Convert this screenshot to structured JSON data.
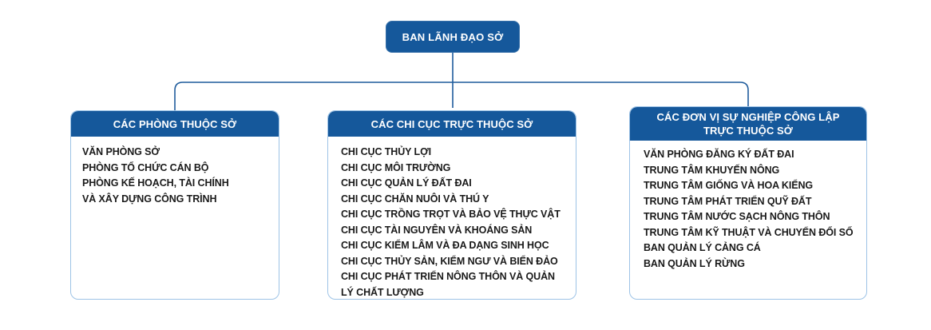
{
  "colors": {
    "node_fill": "#15589B",
    "connector": "#1F5C9C",
    "body_border": "#9DC3E6",
    "header_text": "#FFFFFF",
    "body_text": "#1A1A1A"
  },
  "root": {
    "label": "BAN LÃNH ĐẠO SỞ"
  },
  "groups": [
    {
      "title": "CÁC PHÒNG THUỘC SỞ",
      "items": [
        "VĂN PHÒNG SỞ",
        "PHÒNG TỔ CHỨC CÁN BỘ",
        "PHÒNG KẾ HOẠCH, TÀI CHÍNH\nVÀ XÂY DỰNG CÔNG TRÌNH"
      ]
    },
    {
      "title": "CÁC CHI CỤC TRỰC THUỘC SỞ",
      "items": [
        "CHI CỤC THỦY LỢI",
        "CHI CỤC MÔI TRƯỜNG",
        "CHI CỤC QUẢN LÝ ĐẤT ĐAI",
        "CHI CỤC CHĂN NUÔI VÀ THÚ Y",
        "CHI CỤC TRỒNG TRỌT VÀ BẢO VỆ THỰC VẬT",
        "CHI CỤC TÀI NGUYÊN VÀ KHOÁNG SẢN",
        "CHI CỤC KIỂM LÂM VÀ ĐA DẠNG SINH HỌC",
        "CHI CỤC THỦY SẢN, KIỂM NGƯ VÀ BIỂN ĐẢO",
        "CHI CỤC PHÁT TRIỂN NÔNG THÔN VÀ QUẢN\nLÝ CHẤT LƯỢNG"
      ]
    },
    {
      "title": "CÁC ĐƠN VỊ SỰ NGHIỆP CÔNG LẬP\nTRỰC THUỘC SỞ",
      "items": [
        "VĂN PHÒNG ĐĂNG KÝ ĐẤT ĐAI",
        "TRUNG TÂM KHUYẾN NÔNG",
        "TRUNG TÂM GIỐNG VÀ HOA KIỂNG",
        "TRUNG TÂM PHÁT TRIỂN QUỸ ĐẤT",
        "TRUNG TÂM NƯỚC SẠCH NÔNG THÔN",
        "TRUNG TÂM KỸ THUẬT VÀ CHUYỂN ĐỔI SỐ",
        "BAN QUẢN LÝ CẢNG CÁ",
        "BAN QUẢN LÝ RỪNG"
      ]
    }
  ]
}
